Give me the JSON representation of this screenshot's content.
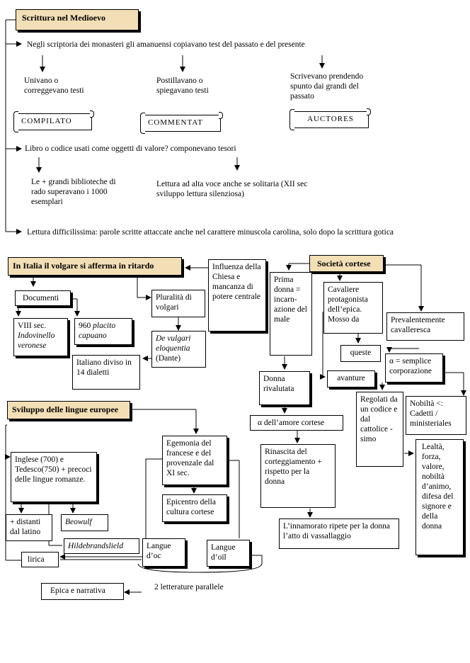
{
  "title": "Scrittura nel Medioevo",
  "scriptoria": {
    "main": "Negli scriptoria dei monasteri gli amanuensi copiavano test del passato e del presente",
    "branch1": "Univano o correggevano testi",
    "branch1_label": "COMPILATO",
    "branch2": "Postillavano o spiegavano testi",
    "branch2_label": "COMMENTAT",
    "branch3": "Scrivevano prendendo spunto dai grandi del passato",
    "branch3_label": "AUCTORES"
  },
  "libro": {
    "main": "Libro o codice usati come oggetti di valore?  componevano tesori",
    "left": "Le + grandi biblioteche di rado superavano i 1000 esemplari",
    "right": "Lettura ad alta voce anche se solitaria (XII sec sviluppo lettura silenziosa)"
  },
  "lettura": "Lettura difficilissima: parole scritte attaccate anche nel carattere minuscola carolina, solo dopo la scrittura gotica",
  "italia": {
    "header": "In Italia il volgare si afferma in ritardo",
    "documenti": "Documenti",
    "viii_sec": "VIII sec.",
    "indovinello": "Indovinello veronese",
    "placito_num": "960",
    "placito": "placito capuano",
    "pluralita": "Pluralità di volgari",
    "de_vulgari": "De vulgari eloquentia",
    "dante": "(Dante)",
    "italiano": "Italiano diviso in 14 dialetti",
    "influenza": "Influenza della Chiesa e mancanza di potere centrale"
  },
  "societa": {
    "header": "Società cortese",
    "prima_donna": "Prima donna = incarn-azione del male",
    "cavaliere": "Cavaliere protagonista dell’epica. Mosso da",
    "queste": "queste",
    "avanture": "avanture",
    "prevalentemente": "Prevalentemente cavalleresca",
    "semplice": "α = semplice corporazione",
    "donna_rivalutata": "Donna rivalutata",
    "amore_cortese": "α dell’amore cortese",
    "regolati": "Regolati da un codice e dal cattolice -simo",
    "nobilta": "Nobiltà <: Cadetti / ministeriales",
    "lealta": "Lealtà, forza, valore, nobiltà d’animo, difesa del signore e della donna",
    "rinascita": "Rinascita del corteggiamento + rispetto per la donna",
    "innamorato": "L’innamorato ripete per la donna l’atto di vassallaggio"
  },
  "lingue": {
    "header": "Sviluppo delle lingue europee",
    "inglese": "Inglese (700) e Tedesco(750) + precoci delle lingue romanze.",
    "distanti": "+ distanti dal latino",
    "beowulf": "Beowulf",
    "hildebrandslied": "Hildebrandslield",
    "lirica": "lirica",
    "egemonia": "Egemonia del francese e del provenzale dal XI sec.",
    "epicentro": "Epicentro della cultura cortese",
    "langue_oc": "Langue d’oc",
    "langue_oil": "Langue d’oïl",
    "epica": "Epica e narrativa",
    "parallele": "2 letterature parallele"
  }
}
